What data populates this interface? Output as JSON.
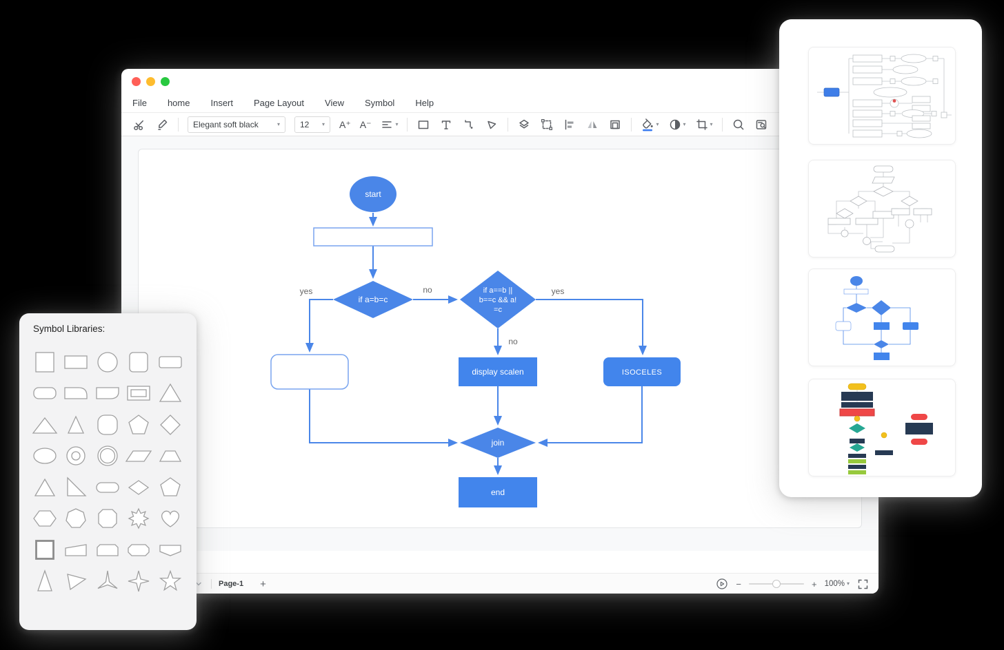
{
  "window": {
    "menu": {
      "items": [
        "File",
        "home",
        "Insert",
        "Page Layout",
        "View",
        "Symbol",
        "Help"
      ]
    },
    "toolbar": {
      "font_family_value": "Elegant soft black",
      "font_size_value": "12",
      "font_increase_label": "A⁺",
      "font_decrease_label": "A⁻"
    },
    "statusbar": {
      "page_tab": "Page-1",
      "add_page": "+",
      "zoom_out": "−",
      "zoom_in": "+",
      "zoom_level": "100%"
    }
  },
  "flowchart": {
    "start_label": "start",
    "cond1_label": "if a=b=c",
    "cond1_yes": "yes",
    "cond1_no": "no",
    "cond2_line1": "if a==b ||",
    "cond2_line2": "b==c && a!",
    "cond2_line3": "=c",
    "cond2_yes": "yes",
    "cond2_no": "no",
    "display_label": "display scalen",
    "isoceles_label": "ISOCELES",
    "join_label": "join",
    "end_label": "end"
  },
  "symbol_panel": {
    "title": "Symbol Libraries:",
    "shapes": [
      "square",
      "rectangle",
      "circle",
      "rounded-square",
      "rounded-rectangle",
      "round-rect-2",
      "card-top-right",
      "card-bottom",
      "double-rectangle",
      "triangle",
      "wide-triangle",
      "narrow-triangle",
      "squircle",
      "pentagon",
      "diamond",
      "ellipse",
      "donut",
      "double-circle",
      "parallelogram",
      "trapezoid",
      "triangle-b",
      "right-triangle",
      "stadium",
      "diamond-b",
      "pentagon-b",
      "hexagon",
      "heptagon",
      "octagon",
      "star-8",
      "heart",
      "thick-square",
      "quad",
      "cut-top-rect",
      "cut-rect",
      "banner",
      "tall-triangle",
      "arrow-triangle",
      "star-3",
      "star-4",
      "star-5"
    ]
  },
  "right_panel": {
    "thumbnails": [
      {
        "name": "syntax-diagram-template"
      },
      {
        "name": "gray-decision-flowchart-template"
      },
      {
        "name": "blue-triangle-flowchart-template"
      },
      {
        "name": "arduino-led-flowchart-template"
      }
    ]
  },
  "colors": {
    "accent_blue": "#4a86e8",
    "node_fill": "#4285ec",
    "underline_blue": "#3b7cf0"
  }
}
